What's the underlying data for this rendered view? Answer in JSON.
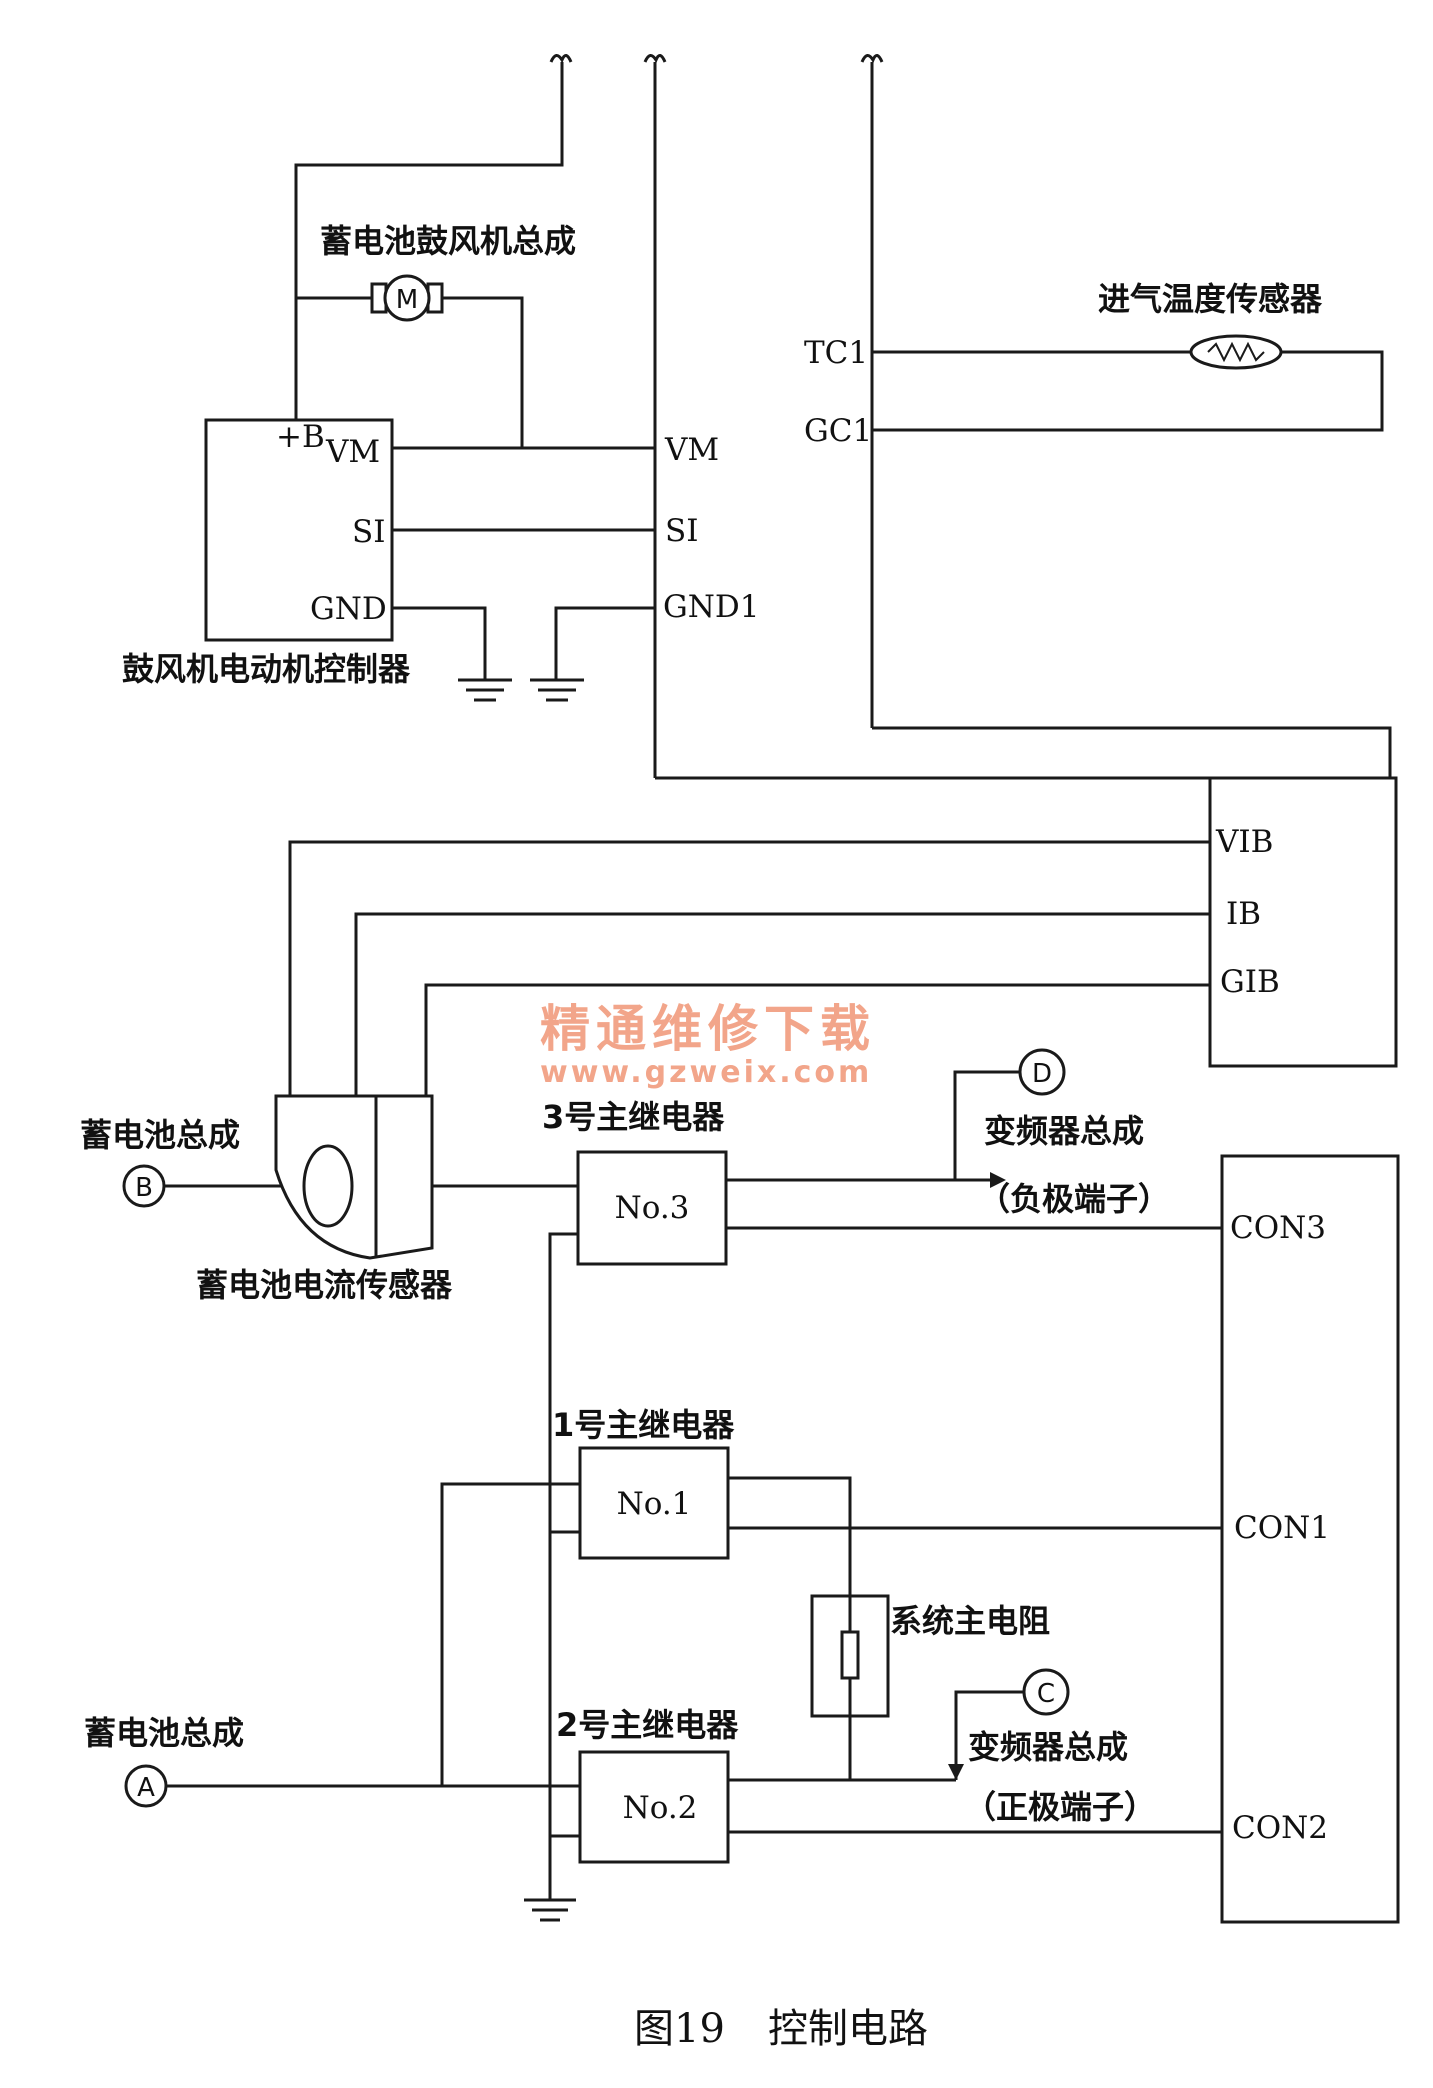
{
  "labels": {
    "blower_assy": "蓄电池鼓风机总成",
    "motor": "M",
    "blower_ctrl": "鼓风机电动机控制器",
    "plus_b": "+B",
    "vm_l": "VM",
    "si_l": "SI",
    "gnd_l": "GND",
    "vm_r": "VM",
    "si_r": "SI",
    "gnd1": "GND1",
    "tc1": "TC1",
    "gc1": "GC1",
    "intake_sensor": "进气温度传感器",
    "vib": "VIB",
    "ib": "IB",
    "gib": "GIB",
    "battery_b": "蓄电池总成",
    "point_b": "B",
    "current_sensor": "蓄电池电流传感器",
    "relay3_title": "3号主继电器",
    "relay3": "No.3",
    "point_d": "D",
    "inverter_d": "变频器总成",
    "neg_terminal": "（负极端子）",
    "con3": "CON3",
    "relay1_title": "1号主继电器",
    "relay1": "No.1",
    "con1": "CON1",
    "sys_resistor": "系统主电阻",
    "point_c": "C",
    "inverter_c": "变频器总成",
    "relay2_title": "2号主继电器",
    "relay2": "No.2",
    "battery_a": "蓄电池总成",
    "point_a": "A",
    "pos_terminal": "（正极端子）",
    "con2": "CON2"
  },
  "watermark": {
    "line1": "精通维修下载",
    "line2": "www.gzweix.com",
    "color": "#f2a58a"
  },
  "caption": {
    "fig": "图19",
    "title": "控制电路"
  }
}
